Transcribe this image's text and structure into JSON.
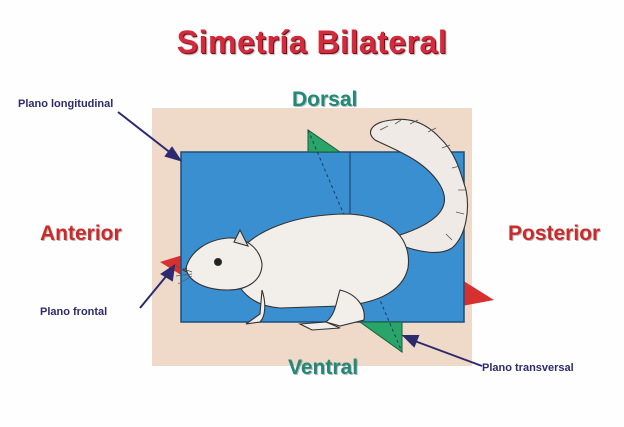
{
  "title": "Simetría Bilateral",
  "directions": {
    "dorsal": "Dorsal",
    "ventral": "Ventral",
    "anterior": "Anterior",
    "posterior": "Posterior"
  },
  "planes": {
    "longitudinal": "Plano longitudinal",
    "frontal": "Plano frontal",
    "transversal": "Plano transversal"
  },
  "colors": {
    "title": "#d42b3c",
    "direction_red": "#cc2a2a",
    "direction_green": "#1f8a78",
    "plane_label": "#2e2a6e",
    "backdrop": "#efd9c8",
    "frontal_plane": "#3a8fd0",
    "transverse_plane": "#2aa56a",
    "longitudinal_plane": "#d63030"
  }
}
